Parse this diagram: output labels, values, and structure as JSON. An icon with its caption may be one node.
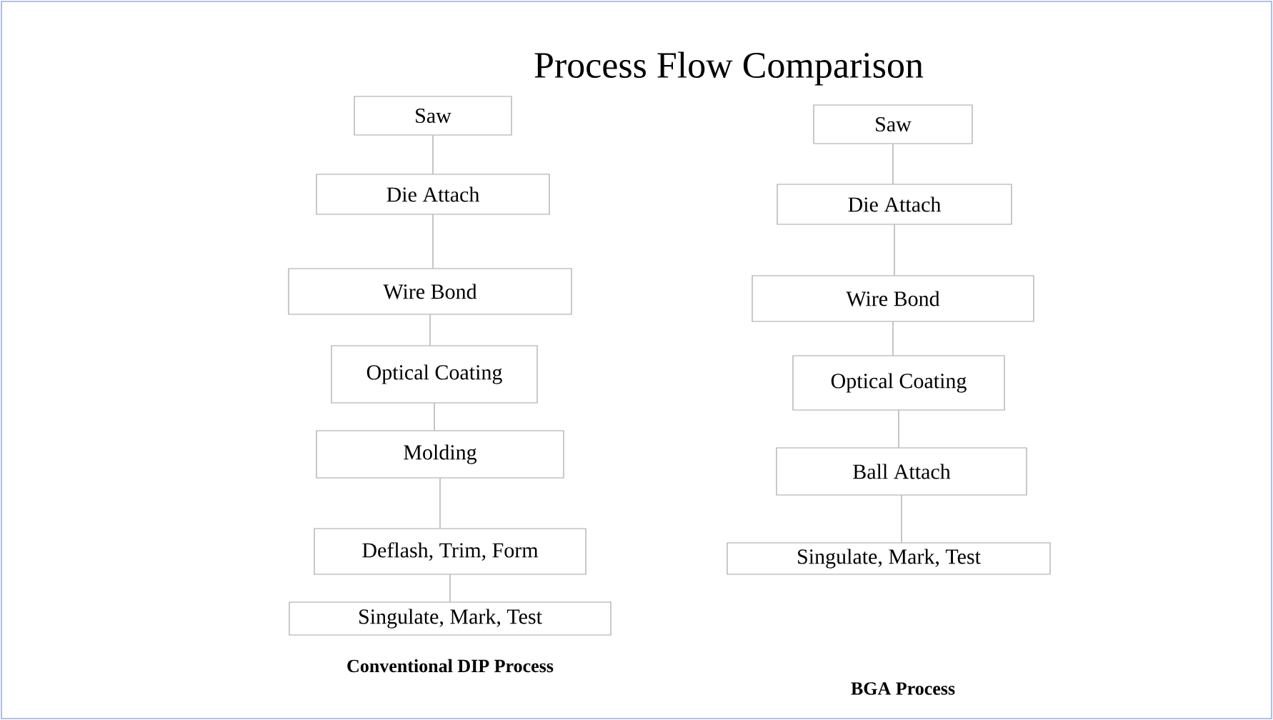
{
  "diagram": {
    "title": "Process Flow Comparison",
    "nodes": [
      {
        "text": [
          "Saw"
        ]
      },
      {
        "text": [
          "Die Attach"
        ]
      },
      {
        "text": [
          "Wire Bond"
        ]
      },
      {
        "text": [
          "Optical Coating"
        ]
      },
      {
        "text": [
          "Molding"
        ]
      },
      {
        "text": [
          "Deflash, Trim, Form"
        ]
      },
      {
        "text": [
          "Singulate, Mark, Test"
        ]
      },
      {
        "text": [
          "Saw"
        ]
      },
      {
        "text": [
          "Die Attach"
        ]
      },
      {
        "text": [
          "Wire Bond"
        ]
      },
      {
        "text": [
          "Optical Coating"
        ]
      },
      {
        "text": [
          "Ball Attach"
        ]
      },
      {
        "text": [
          "Singulate, Mark, Test"
        ]
      }
    ],
    "edges": [
      {
        "from": 0,
        "to": 1,
        "arrow": "none"
      },
      {
        "from": 1,
        "to": 2,
        "arrow": "none"
      },
      {
        "from": 2,
        "to": 3,
        "arrow": "none"
      },
      {
        "from": 3,
        "to": 4,
        "arrow": "none"
      },
      {
        "from": 4,
        "to": 5,
        "arrow": "none"
      },
      {
        "from": 5,
        "to": 6,
        "arrow": "none"
      },
      {
        "from": 7,
        "to": 8,
        "arrow": "none"
      },
      {
        "from": 8,
        "to": 9,
        "arrow": "none"
      },
      {
        "from": 9,
        "to": 10,
        "arrow": "none"
      },
      {
        "from": 10,
        "to": 11,
        "arrow": "none"
      },
      {
        "from": 11,
        "to": 12,
        "arrow": "none"
      }
    ],
    "labels": [
      "Conventional DIP Process",
      "BGA Process"
    ]
  }
}
